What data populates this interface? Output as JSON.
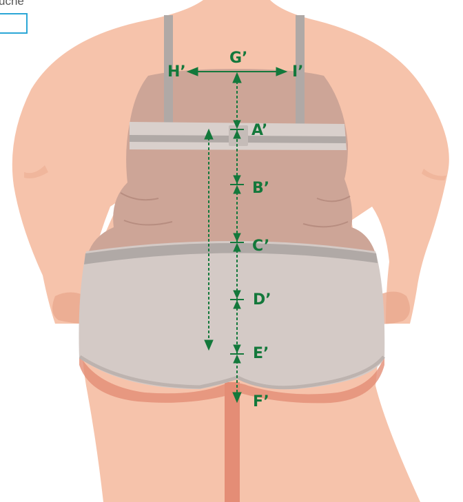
{
  "header": {
    "partial_label": "uche"
  },
  "colors": {
    "skin": "#f6c3ab",
    "skin_shadow": "#eaa98e",
    "torso": "#cda597",
    "garment": "#d4cac6",
    "strap": "#b0a9a6",
    "accent_green": "#13783b",
    "box_border": "#2aa6d6"
  },
  "labels": {
    "g": "G’",
    "h": "H’",
    "i": "I’",
    "a": "A’",
    "b": "B’",
    "c": "C’",
    "d": "D’",
    "e": "E’",
    "f": "F’"
  }
}
